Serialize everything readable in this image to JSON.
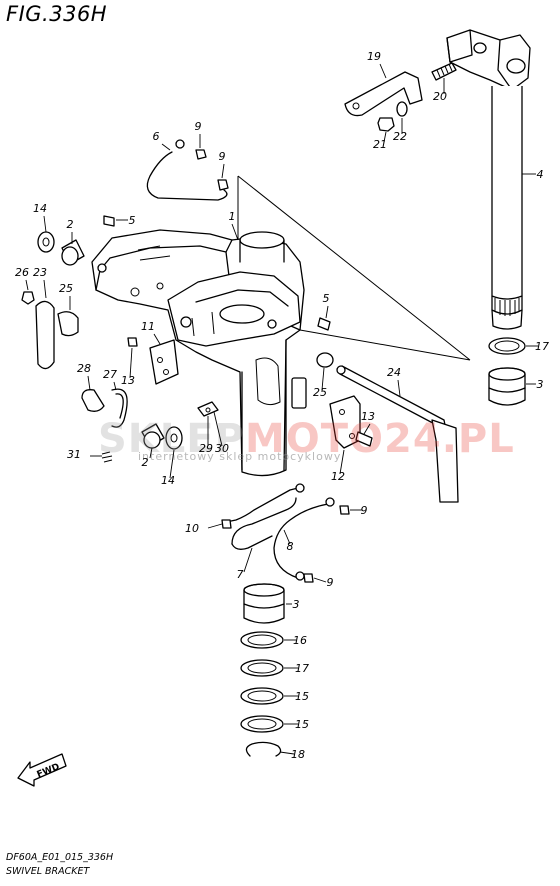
{
  "figure": {
    "title": "FIG.336H"
  },
  "footer": {
    "code": "DF60A_E01_015_336H",
    "name": "SWIVEL BRACKET"
  },
  "watermark": {
    "brand_left": "SKLEP",
    "brand_right": "MOTO",
    "brand_suffix": "24.PL",
    "tagline": "internetowy sklep motocyklowy",
    "accent_color": "#e8382f",
    "gray_color": "#9a9a9a"
  },
  "fwd_arrow": {
    "label": "FWD"
  },
  "callouts": [
    {
      "id": "1",
      "label": "1"
    },
    {
      "id": "2a",
      "label": "2"
    },
    {
      "id": "2b",
      "label": "2"
    },
    {
      "id": "3a",
      "label": "3"
    },
    {
      "id": "3b",
      "label": "3"
    },
    {
      "id": "4",
      "label": "4"
    },
    {
      "id": "5a",
      "label": "5"
    },
    {
      "id": "5b",
      "label": "5"
    },
    {
      "id": "6",
      "label": "6"
    },
    {
      "id": "7",
      "label": "7"
    },
    {
      "id": "8",
      "label": "8"
    },
    {
      "id": "9a",
      "label": "9"
    },
    {
      "id": "9b",
      "label": "9"
    },
    {
      "id": "9c",
      "label": "9"
    },
    {
      "id": "9d",
      "label": "9"
    },
    {
      "id": "10",
      "label": "10"
    },
    {
      "id": "11",
      "label": "11"
    },
    {
      "id": "12",
      "label": "12"
    },
    {
      "id": "13a",
      "label": "13"
    },
    {
      "id": "13b",
      "label": "13"
    },
    {
      "id": "14a",
      "label": "14"
    },
    {
      "id": "14b",
      "label": "14"
    },
    {
      "id": "15a",
      "label": "15"
    },
    {
      "id": "15b",
      "label": "15"
    },
    {
      "id": "16",
      "label": "16"
    },
    {
      "id": "17a",
      "label": "17"
    },
    {
      "id": "17b",
      "label": "17"
    },
    {
      "id": "18",
      "label": "18"
    },
    {
      "id": "19",
      "label": "19"
    },
    {
      "id": "20",
      "label": "20"
    },
    {
      "id": "21",
      "label": "21"
    },
    {
      "id": "22",
      "label": "22"
    },
    {
      "id": "23",
      "label": "23"
    },
    {
      "id": "24",
      "label": "24"
    },
    {
      "id": "25a",
      "label": "25"
    },
    {
      "id": "25b",
      "label": "25"
    },
    {
      "id": "26",
      "label": "26"
    },
    {
      "id": "27",
      "label": "27"
    },
    {
      "id": "28",
      "label": "28"
    },
    {
      "id": "29",
      "label": "29"
    },
    {
      "id": "30",
      "label": "30"
    },
    {
      "id": "31",
      "label": "31"
    }
  ]
}
